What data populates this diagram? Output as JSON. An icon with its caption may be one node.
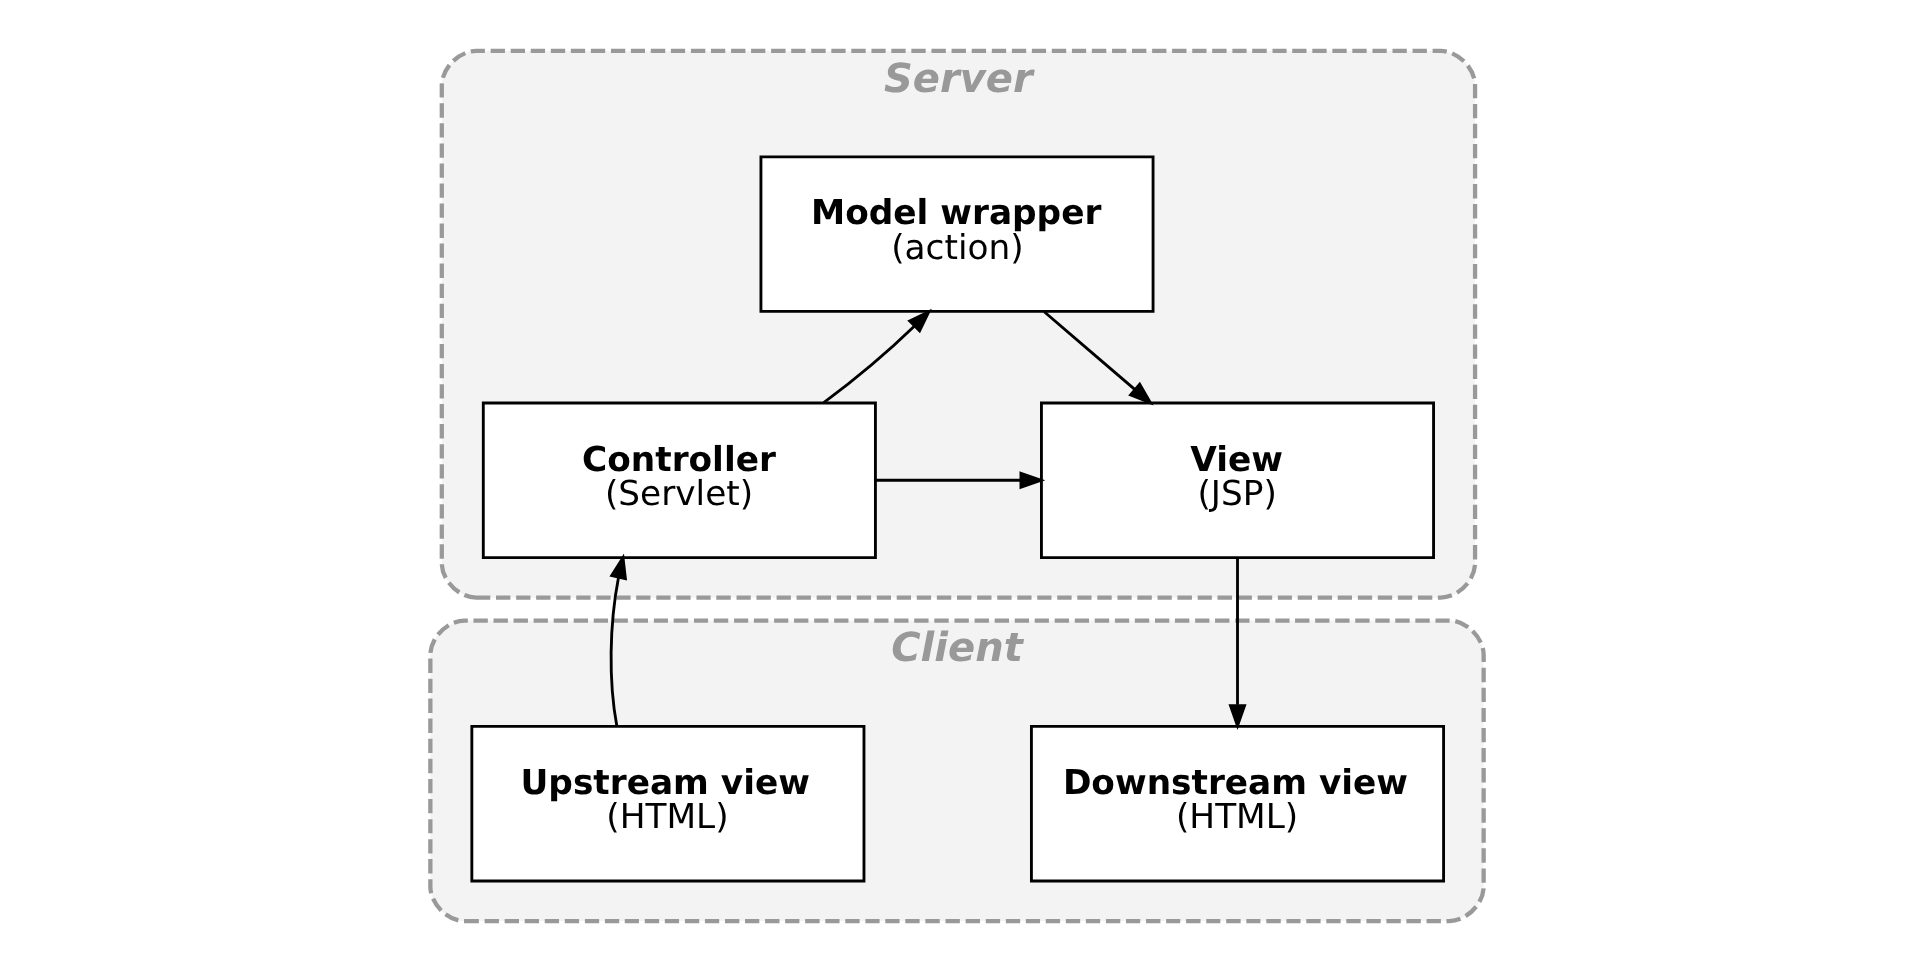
{
  "diagram": {
    "nodes": [
      {
        "text": [
          "Server"
        ]
      },
      {
        "text": [
          "Model wrapper",
          "(action)"
        ],
        "in": 0
      },
      {
        "text": [
          "Controller",
          "(Servlet)"
        ],
        "in": 0
      },
      {
        "text": [
          "View",
          "(JSP)"
        ],
        "in": 0
      },
      {
        "text": [
          "Client"
        ]
      },
      {
        "text": [
          "Upstream view",
          "(HTML)"
        ],
        "in": 4
      },
      {
        "text": [
          "Downstream view",
          "(HTML)"
        ],
        "in": 4
      }
    ],
    "edges": [
      {
        "from": 5,
        "to": 2,
        "arrow": "to"
      },
      {
        "from": 2,
        "to": 1,
        "arrow": "to"
      },
      {
        "from": 1,
        "to": 3,
        "arrow": "to"
      },
      {
        "from": 2,
        "to": 3,
        "arrow": "to"
      },
      {
        "from": 3,
        "to": 6,
        "arrow": "to"
      }
    ]
  }
}
